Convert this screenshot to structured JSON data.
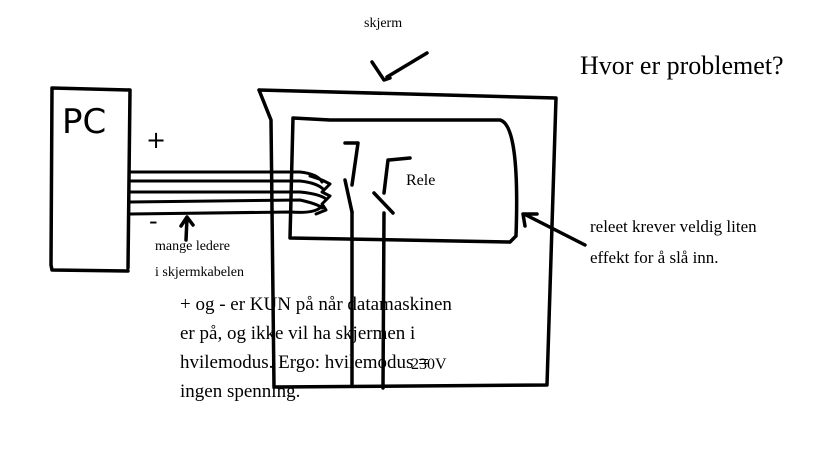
{
  "labels": {
    "skjerm": "skjerm",
    "question": "Hvor er problemet?",
    "pc": "PC",
    "plus": "+",
    "minus": "-",
    "rele": "Rele",
    "cable_line1": "mange ledere",
    "cable_line2": "i skjermkabelen",
    "relay_note_line1": "releet krever veldig liten",
    "relay_note_line2": "effekt for å slå inn.",
    "voltage": "230V"
  },
  "explanation": {
    "lines": [
      "+ og - er KUN på når datamaskinen",
      "er på, og ikke vil ha skjermen i",
      "hvilemodus. Ergo: hvilemodus =",
      "ingen spenning."
    ]
  }
}
